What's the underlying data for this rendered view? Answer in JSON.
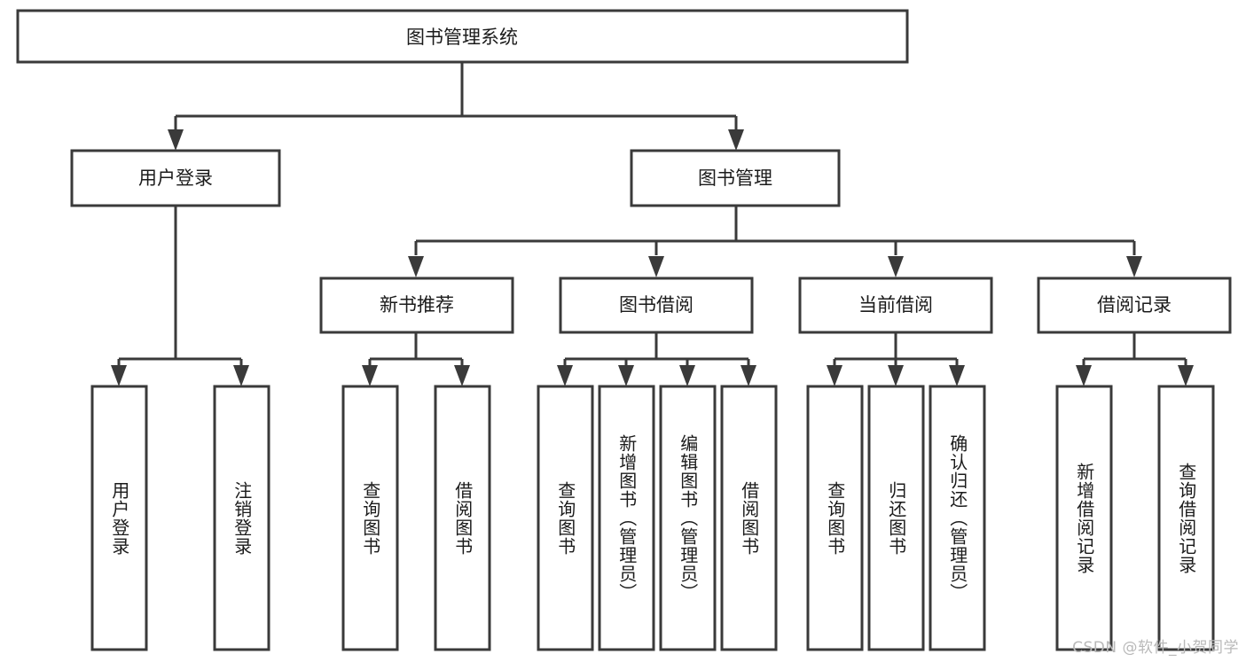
{
  "diagram": {
    "title": "图书管理系统",
    "watermark": "CSDN @软件_小贺同学",
    "colors": {
      "box_stroke": "#3a3a3a",
      "box_fill": "#ffffff",
      "text": "#1b1b1b",
      "watermark": "#b9b9b9",
      "background": "#ffffff"
    },
    "root": {
      "label": "图书管理系统"
    },
    "level2": [
      {
        "label": "用户登录"
      },
      {
        "label": "图书管理"
      }
    ],
    "level3": [
      {
        "label": "新书推荐"
      },
      {
        "label": "图书借阅"
      },
      {
        "label": "当前借阅"
      },
      {
        "label": "借阅记录"
      }
    ],
    "leaves": {
      "user_login": [
        {
          "label": "用户登录"
        },
        {
          "label": "注销登录"
        }
      ],
      "new_book": [
        {
          "label": "查询图书"
        },
        {
          "label": "借阅图书"
        }
      ],
      "book_borrow": [
        {
          "label": "查询图书"
        },
        {
          "label": "新增图书（管理员）"
        },
        {
          "label": "编辑图书（管理员）"
        },
        {
          "label": "借阅图书"
        }
      ],
      "current_borrow": [
        {
          "label": "查询图书"
        },
        {
          "label": "归还图书"
        },
        {
          "label": "确认归还（管理员）"
        }
      ],
      "borrow_record": [
        {
          "label": "新增借阅记录"
        },
        {
          "label": "查询借阅记录"
        }
      ]
    }
  }
}
